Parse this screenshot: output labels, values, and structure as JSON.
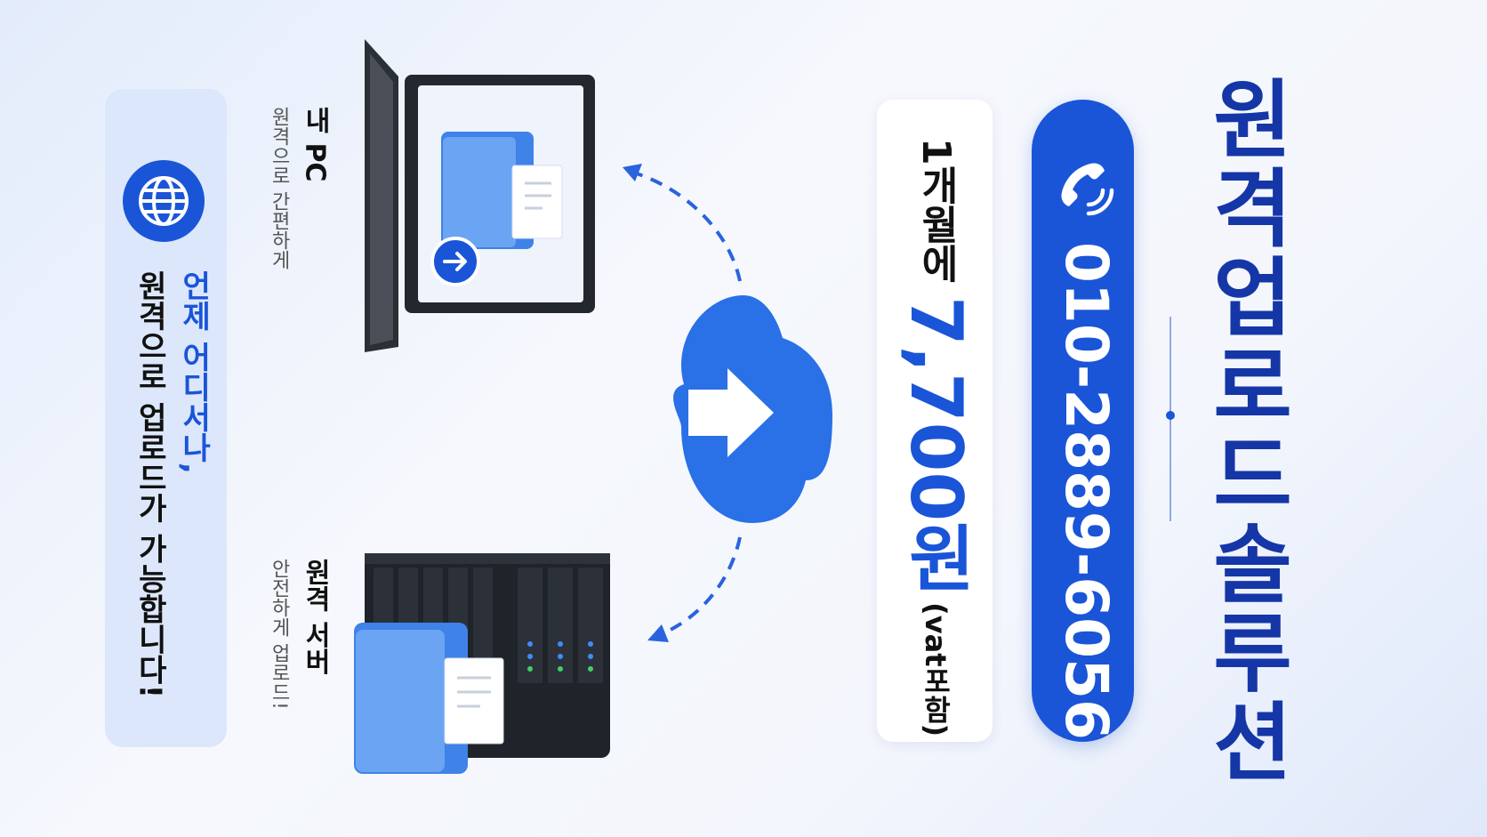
{
  "title": "원격업로드솔루션",
  "phone": {
    "icon": "phone-icon",
    "number": "010-2889-6056"
  },
  "price": {
    "period": "1개월에 ",
    "amount": "7,700원",
    "note": " (vat포함)"
  },
  "info": {
    "icon": "globe-icon",
    "line1": "언제 어디서나,",
    "line2": "원격으로 업로드가 가능합니다!"
  },
  "my_pc": {
    "title": "내 PC",
    "subtitle": "원격으로 간편하게"
  },
  "remote_server": {
    "title": "원격 서버",
    "subtitle": "안전하게 업로드!"
  },
  "colors": {
    "brand_blue": "#1a55d8",
    "title_navy": "#1536a6",
    "card_bg": "#dde7fb"
  }
}
